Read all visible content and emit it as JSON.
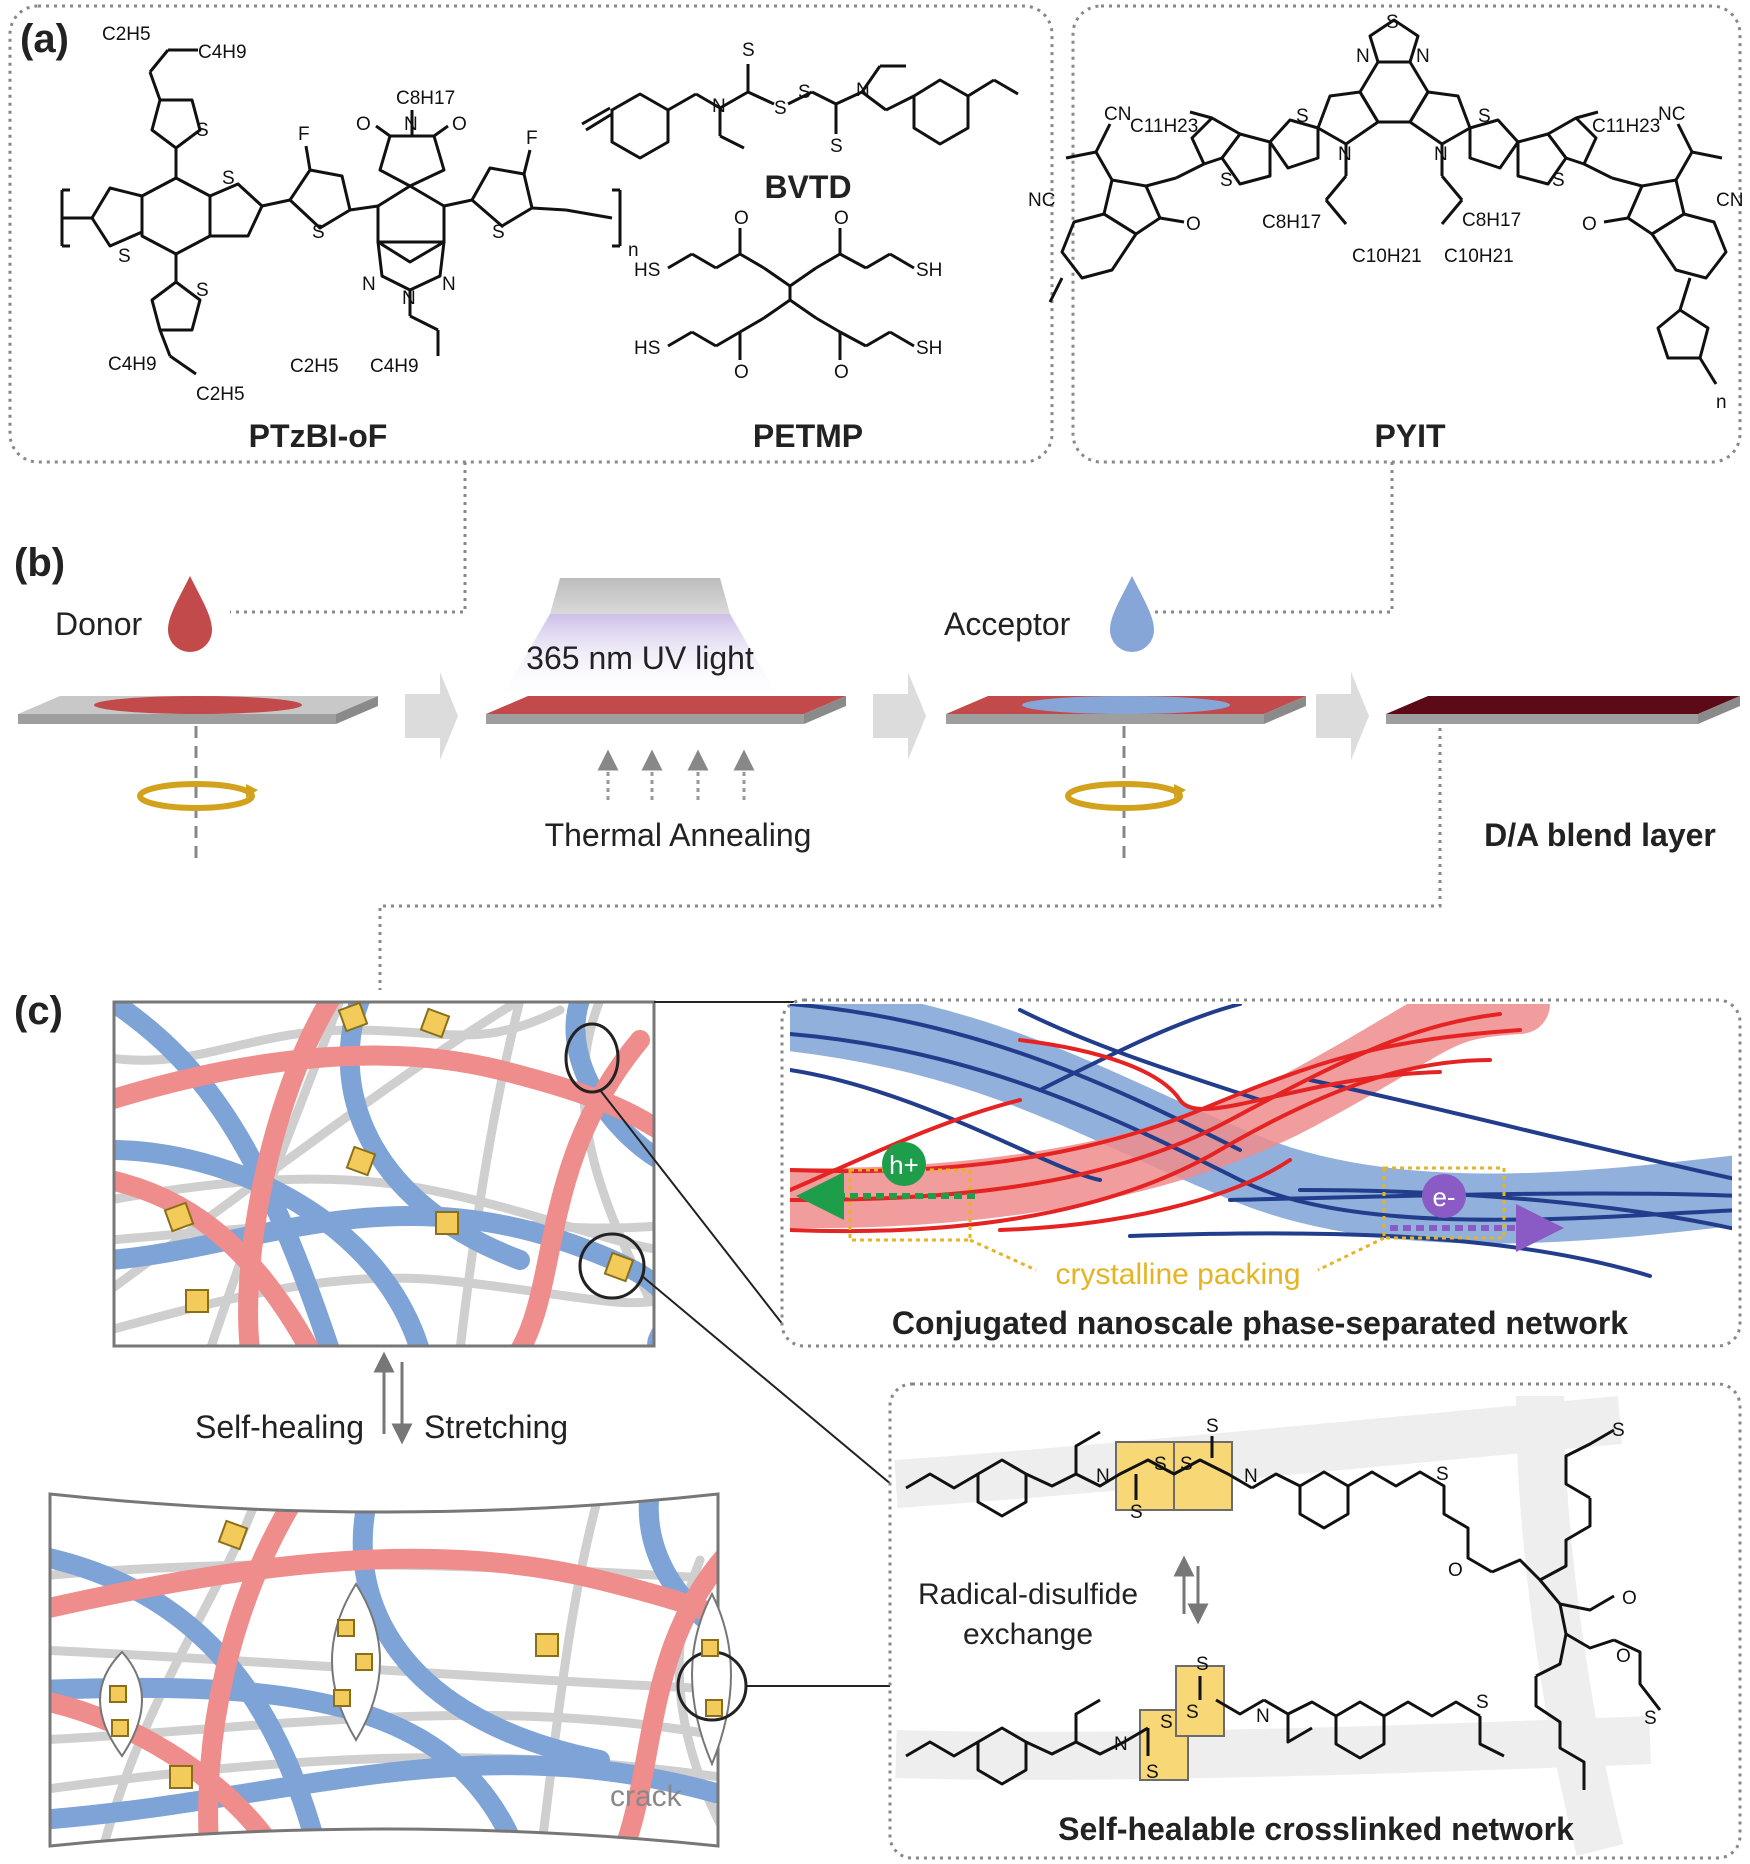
{
  "panels": {
    "a": {
      "label": "(a)",
      "molecules": [
        "PTzBI-oF",
        "BVTD",
        "PETMP",
        "PYIT"
      ],
      "atoms_ptzbi": {
        "s1": "S",
        "s2": "S",
        "s3": "S",
        "s4": "S",
        "s5": "S",
        "s6": "S",
        "f1": "F",
        "f2": "F",
        "o1": "O",
        "o2": "O",
        "n1": "N",
        "n2": "N",
        "n3": "N",
        "n4": "N",
        "n": "n",
        "r1": "C2H5",
        "r2": "C4H9",
        "r3": "C8H17",
        "r4": "C4H9",
        "r5": "C2H5",
        "r6": "C2H5",
        "r7": "C4H9"
      },
      "atoms_bvtd": {
        "s1": "S",
        "s2": "S",
        "s3": "S",
        "s4": "S",
        "n1": "N",
        "n2": "N"
      },
      "atoms_petmp": {
        "hs1": "HS",
        "sh1": "SH",
        "hs2": "HS",
        "sh2": "SH",
        "o": "O"
      },
      "atoms_pyit": {
        "s": "S",
        "n": "N",
        "cn": "CN",
        "nc": "NC",
        "c11": "C11H23",
        "c8": "C8H17",
        "c10": "C10H21",
        "o": "O",
        "n_sub": "n"
      }
    },
    "b": {
      "label": "(b)",
      "donor": "Donor",
      "acceptor": "Acceptor",
      "uv": "365 nm UV light",
      "thermal": "Thermal Annealing",
      "blend": "D/A blend layer"
    },
    "c": {
      "label": "(c)",
      "self_healing": "Self-healing",
      "stretching": "Stretching",
      "crack": "crack",
      "h_plus": "h+",
      "e_minus": "e-",
      "crystalline": "crystalline packing",
      "conjugated_title": "Conjugated nanoscale phase-separated network",
      "radical_1": "Radical-disulfide",
      "radical_2": "exchange",
      "selfheal_title": "Self-healable crosslinked network",
      "atoms_top": {
        "n1": "N",
        "n2": "N",
        "s1": "S",
        "s2": "S",
        "s3": "S",
        "s4": "S",
        "s5": "S",
        "o1": "O",
        "o2": "O",
        "o3": "O",
        "s6": "S",
        "s7": "S"
      },
      "atoms_bottom": {
        "n1": "N",
        "n2": "N",
        "s1": "S",
        "s2": "S",
        "s3": "S",
        "s4": "S",
        "s5": "S"
      }
    }
  },
  "colors": {
    "donor": "#c24a4a",
    "acceptor": "#87a6d8",
    "red_fiber": "#ef8c8c",
    "blue_fiber": "#7ea3d6",
    "gray_fiber": "#cfcfcf",
    "link": "#f2cb5a",
    "blend": "#5c0a18",
    "hole": "#1e9e4a",
    "electron": "#8a5bc4"
  }
}
